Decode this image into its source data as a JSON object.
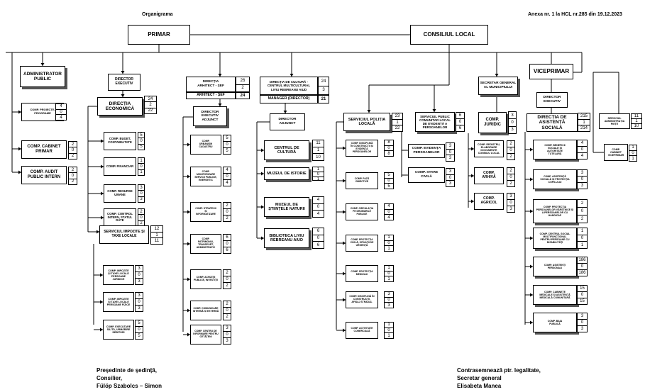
{
  "header": {
    "title": "Organigrama",
    "annex": "Anexa nr. 1 la HCL nr.285  din    19.12.2023"
  },
  "top": {
    "primar": "PRIMAR",
    "consiliul": "CONSILIUL LOCAL",
    "viceprimar": "VICEPRIMAR"
  },
  "admin": {
    "title": "ADMINISTRATOR\nPUBLIC",
    "proiecte": {
      "label": "COMP. PROIECTE,\nPROGRAME",
      "n": [
        "4",
        "0",
        "4"
      ]
    },
    "cabinet": {
      "label": "COMP. CABINET\nPRIMAR",
      "n": [
        "2",
        "0",
        "2"
      ]
    },
    "audit": {
      "label": "COMP. AUDIT\nPUBLIC INTERN",
      "n": [
        "2",
        "0",
        "2"
      ]
    }
  },
  "dir_exec1": {
    "title": "DIRECTOR\nEXECUTIV",
    "economica": {
      "label": "DIRECȚIA\nECONOMICĂ",
      "n": [
        "24",
        "2",
        "22"
      ]
    },
    "items": [
      {
        "label": "COMP. BUGET,\nCONTABILITATE",
        "n": [
          "5",
          "0",
          "5"
        ]
      },
      {
        "label": "COMP. FINANCIAR",
        "n": [
          "1",
          "0",
          "1"
        ]
      },
      {
        "label": "COMP. RESURSE\nUMANE",
        "n": [
          "3",
          "0",
          "3"
        ]
      },
      {
        "label": "COMP. CONTROL\nINTERN, STATUL\nDATE",
        "n": [
          "2",
          "0",
          "2"
        ]
      }
    ],
    "impozite": {
      "label": "SERVICIUL IMPOZITE ȘI\nTAXE LOCALE",
      "n": [
        "12",
        "1",
        "11"
      ]
    },
    "sub": [
      {
        "label": "COMP. IMPOZITE\nȘI TAXE LOCALE\nPERSOANE\nJURIDICE",
        "n": [
          "3",
          "0",
          "3"
        ]
      },
      {
        "label": "COMP. IMPOZITE\nȘI TAXE LOCALE\nPERSOANE FIZICE",
        "n": [
          "3",
          "0",
          "3"
        ]
      },
      {
        "label": "COMP. EXECUTARE\nSILITĂ, URMĂRIRE\nDEBITORI",
        "n": [
          "5",
          "0",
          "5"
        ]
      }
    ]
  },
  "arhitect": {
    "title": "DIRECȚIA\nARHITECT - ȘEF",
    "sub_title": "ARHITECT - ȘEF",
    "n_top": [
      "26",
      "2"
    ],
    "n_bottom": "24",
    "adjunct": "DIRECTOR\nEXECUTIV\nADJUNCT",
    "items": [
      {
        "label": "COMP.\nURBANISM\nCADASTRU",
        "n": [
          "5",
          "0",
          "5"
        ]
      },
      {
        "label": "COMP.\nMONITORIZARE\nSERVICII PUBLICE,\nENERGETIC",
        "n": [
          "4",
          "0",
          "4"
        ]
      },
      {
        "label": "COMP. STRATEGII\nȘI\nINFORMATIZARE",
        "n": [
          "2",
          "0",
          "2"
        ]
      },
      {
        "label": "COMP.\nPATRIMONIU,\nTRANSPORT,\nADMINISTRATIV",
        "n": [
          "6",
          "0",
          "6"
        ]
      },
      {
        "label": "COMP. ACHIZIȚII\nPUBLICE, INVESTIȚII",
        "n": [
          "2",
          "0",
          "2"
        ]
      },
      {
        "label": "COMP. COMUNICARE\nINTERNĂ ȘI EXTERNĂ",
        "n": [
          "2",
          "0",
          "2"
        ]
      },
      {
        "label": "COMP. CENTRU DE\nINFORMARE PENTRU\nCETĂȚENI",
        "n": [
          "3",
          "0",
          "3"
        ]
      }
    ]
  },
  "cultura": {
    "title": "DIRECȚIA DE CULTURĂ -\nCENTRUL MULTICULTURAL\nLIVIU REBREANU AIUD",
    "n": [
      "24",
      "3"
    ],
    "manager": "MANAGER (DIRECTOR)",
    "manager_n": "21",
    "adjunct": "DIRECTOR\nADJUNCT",
    "items": [
      {
        "label": "CENTRUL DE\nCULTURĂ",
        "n": [
          "11",
          "1",
          "10"
        ]
      },
      {
        "label": "MUZEUL DE ISTORIE",
        "n": [
          "1",
          "0",
          "1"
        ]
      },
      {
        "label": "MUZEUL DE\nȘTIINȚELE NATURII",
        "n": [
          "4",
          "0",
          "4"
        ]
      },
      {
        "label": "BIBLIOTECA LIVIU\nREBREANU AIUD",
        "n": [
          "6",
          "0",
          "6"
        ]
      }
    ]
  },
  "politie": {
    "title": "SERVICIUL POLIȚIA\nLOCALĂ",
    "n": [
      "23",
      "1",
      "22"
    ],
    "items": [
      {
        "label": "COMP. DISCIPLINĂ\nÎN CONSTRUCȚII ȘI\nEVIDENȚA\nPERSOANELOR",
        "n": [
          "8",
          "0",
          "8"
        ]
      },
      {
        "label": "COMP. PAZĂ\nOBIECTIVE",
        "n": [
          "5",
          "0",
          "5"
        ]
      },
      {
        "label": "COMP. CIRCULAȚIA\nPE DRUMURILE\nPUBLICE",
        "n": [
          "4",
          "0",
          "4"
        ]
      },
      {
        "label": "COMP. PROTECȚIA\nCIVILĂ, SITUAȚII DE\nURGENȚĂ",
        "n": [
          "1",
          "0",
          "1"
        ]
      },
      {
        "label": "COMP. PROTECȚIA\nMEDIULUI",
        "n": [
          "1",
          "0",
          "1"
        ]
      },
      {
        "label": "COMP. DISCIPLINĂ ÎN\nCONSTRUCȚII,\nAFIȘAJ STRADAL",
        "n": [
          "3",
          "0",
          "3"
        ]
      },
      {
        "label": "COMP. ACTIVITATE\nCOMERCIALĂ",
        "n": [
          "1",
          "0",
          "1"
        ]
      }
    ]
  },
  "evidenta": {
    "title": "SERVICIUL PUBLIC\nCOMUNITAR LOCAL\nDE EVIDENȚĂ A\nPERSOANELOR",
    "n": [
      "6",
      "0",
      "6"
    ],
    "items": [
      {
        "label": "COMP. EVIDENȚA\nPERSOANELOR",
        "n": [
          "3",
          "0",
          "3"
        ]
      },
      {
        "label": "COMP. STARE\nCIVILĂ",
        "n": [
          "3",
          "0",
          "3"
        ]
      }
    ]
  },
  "secretar": {
    "title": "SECRETAR GENERAL\nAL MUNICIPIULUI",
    "juridic": {
      "label": "COMP.\nJURIDIC",
      "n": [
        "3",
        "0",
        "3"
      ]
    },
    "items": [
      {
        "label": "COMP. REGISTRU,\nELABORARE\nDOCUMENTE\nCONSILIU LOCAL",
        "n": [
          "2",
          "0",
          "2"
        ]
      },
      {
        "label": "COMP.\nARHIVĂ",
        "n": [
          "2",
          "0",
          "2"
        ]
      },
      {
        "label": "COMP.\nAGRICOL",
        "n": [
          "3",
          "0",
          "3"
        ]
      }
    ]
  },
  "vice": {
    "dir_exec": "DIRECTOR\nEXECUTIV",
    "asistenta": {
      "label": "DIRECȚIA DE\nASISTENȚĂ\nSOCIALĂ",
      "n": [
        "215",
        "1",
        "214"
      ]
    },
    "serviciu": {
      "label": "SERVICIUL\nADMINISTRAȚIA\nPIEȚE",
      "n": [
        "11",
        "1",
        "10"
      ]
    },
    "cabinet": {
      "label": "COMP.\nCABINET\nVICEPRIMAR",
      "n": [
        "1",
        "0",
        "1"
      ]
    },
    "items": [
      {
        "label": "COMP. BENEFICII\nSOCIALE ȘI\nAUTORITATE\nTUTELARĂ",
        "n": [
          "4",
          "0",
          "4"
        ]
      },
      {
        "label": "COMP. ASISTENȚĂ\nSOCIALĂ ȘI PROTECȚIA\nCOPILULUI",
        "n": [
          "3",
          "0",
          "3"
        ]
      },
      {
        "label": "COMP. PROTECȚIA\nPERSOANELOR VÂRSTNICE ȘI\nA PERSOANELOR CU\nHANDICAP",
        "n": [
          "2",
          "0",
          "2"
        ]
      },
      {
        "label": "COMP. CENTRUL SOCIAL\nMULTIFUNCȚIONAL\nPENTRU PERSOANE CU\nDIZABILITĂȚI",
        "n": [
          "1",
          "0",
          "1"
        ]
      },
      {
        "label": "COMP. ASISTENȚI\nPERSONALI",
        "n": [
          "186",
          "0",
          "186"
        ]
      },
      {
        "label": "COMP. CABINETE\nMEDICALE ȘI ASISTENȚĂ\nMEDICALĂ COMUNITARĂ",
        "n": [
          "15",
          "0",
          "15"
        ]
      },
      {
        "label": "COMP. BAIA\nPUBLICĂ",
        "n": [
          "3",
          "0",
          "3"
        ]
      }
    ]
  },
  "signatures": {
    "left": [
      "Președinte de ședință,",
      "Consilier,",
      "Fülöp Szabolcs – Simon"
    ],
    "right": [
      "Contrasemnează ptr. legalitate,",
      "Secretar general",
      "Elisabeta Manea"
    ]
  }
}
